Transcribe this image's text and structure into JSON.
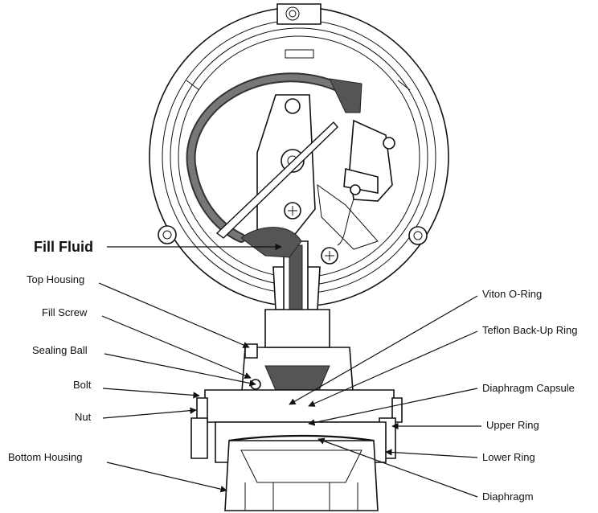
{
  "labels": {
    "fill_fluid": "Fill Fluid",
    "top_housing": "Top Housing",
    "fill_screw": "Fill Screw",
    "sealing_ball": "Sealing Ball",
    "bolt": "Bolt",
    "nut": "Nut",
    "bottom_housing": "Bottom Housing",
    "viton_o_ring": "Viton O-Ring",
    "teflon_back_up_ring": "Teflon Back-Up Ring",
    "diaphragm_capsule": "Diaphragm Capsule",
    "upper_ring": "Upper Ring",
    "lower_ring": "Lower Ring",
    "diaphragm": "Diaphragm"
  }
}
